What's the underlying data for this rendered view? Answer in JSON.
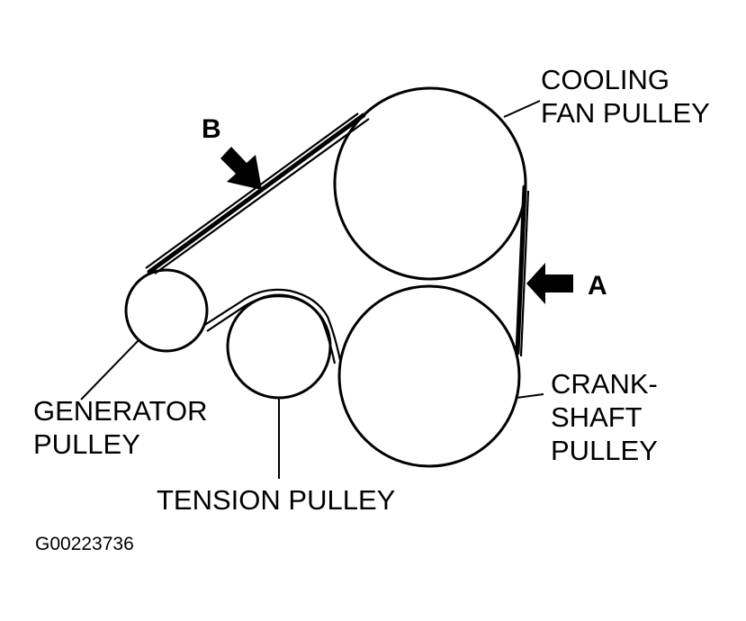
{
  "labels": {
    "cooling_fan_line1": "COOLING",
    "cooling_fan_line2": "FAN PULLEY",
    "crankshaft_line1": "CRANK-",
    "crankshaft_line2": "SHAFT",
    "crankshaft_line3": "PULLEY",
    "generator_line1": "GENERATOR",
    "generator_line2": "PULLEY",
    "tension": "TENSION PULLEY",
    "arrow_a": "A",
    "arrow_b": "B",
    "figure_id": "G00223736"
  }
}
